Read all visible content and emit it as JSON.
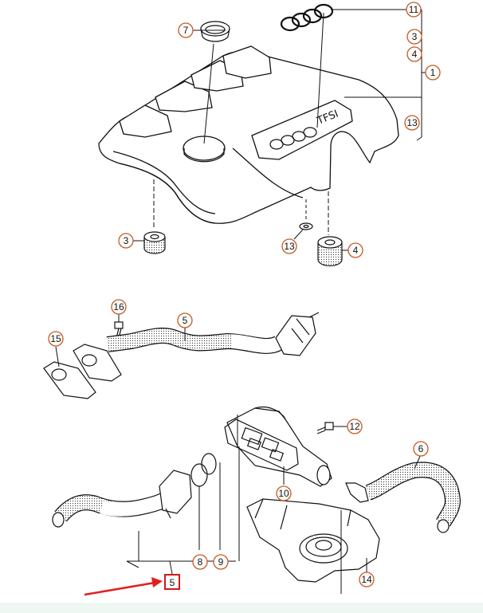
{
  "diagram": {
    "cover_marking": "TFSI",
    "callouts": [
      {
        "id": "c7",
        "label": "7",
        "style": "circle",
        "part": "cap"
      },
      {
        "id": "c11",
        "label": "11",
        "style": "circle",
        "part": "emblem rings"
      },
      {
        "id": "c3a",
        "label": "3",
        "style": "circle",
        "part": "grommet"
      },
      {
        "id": "c4a",
        "label": "4",
        "style": "circle",
        "part": "grommet"
      },
      {
        "id": "c1",
        "label": "1",
        "style": "circle",
        "part": "engine cover"
      },
      {
        "id": "c13a",
        "label": "13",
        "style": "circle",
        "part": "washer"
      },
      {
        "id": "c3b",
        "label": "3",
        "style": "circle",
        "part": "grommet"
      },
      {
        "id": "c13b",
        "label": "13",
        "style": "circle",
        "part": "washer"
      },
      {
        "id": "c4b",
        "label": "4",
        "style": "circle",
        "part": "grommet"
      },
      {
        "id": "c16",
        "label": "16",
        "style": "circle",
        "part": "bolt"
      },
      {
        "id": "c5a",
        "label": "5",
        "style": "circle",
        "part": "vent hose"
      },
      {
        "id": "c15",
        "label": "15",
        "style": "circle",
        "part": "gasket"
      },
      {
        "id": "c12",
        "label": "12",
        "style": "circle",
        "part": "bolt"
      },
      {
        "id": "c6",
        "label": "6",
        "style": "circle",
        "part": "hose"
      },
      {
        "id": "c10",
        "label": "10",
        "style": "circle",
        "part": "gasket"
      },
      {
        "id": "c8",
        "label": "8",
        "style": "circle",
        "part": "o-ring"
      },
      {
        "id": "c9",
        "label": "9",
        "style": "circle",
        "part": "o-ring"
      },
      {
        "id": "c14",
        "label": "14",
        "style": "circle",
        "part": "oil separator"
      },
      {
        "id": "c5b",
        "label": "5",
        "style": "box",
        "part": "vent hose (highlighted)"
      }
    ],
    "colors": {
      "callout_border": "#c65a1e",
      "highlight_box": "#d41818",
      "pointer_arrow": "#e0201e",
      "line_art": "#111111"
    }
  }
}
